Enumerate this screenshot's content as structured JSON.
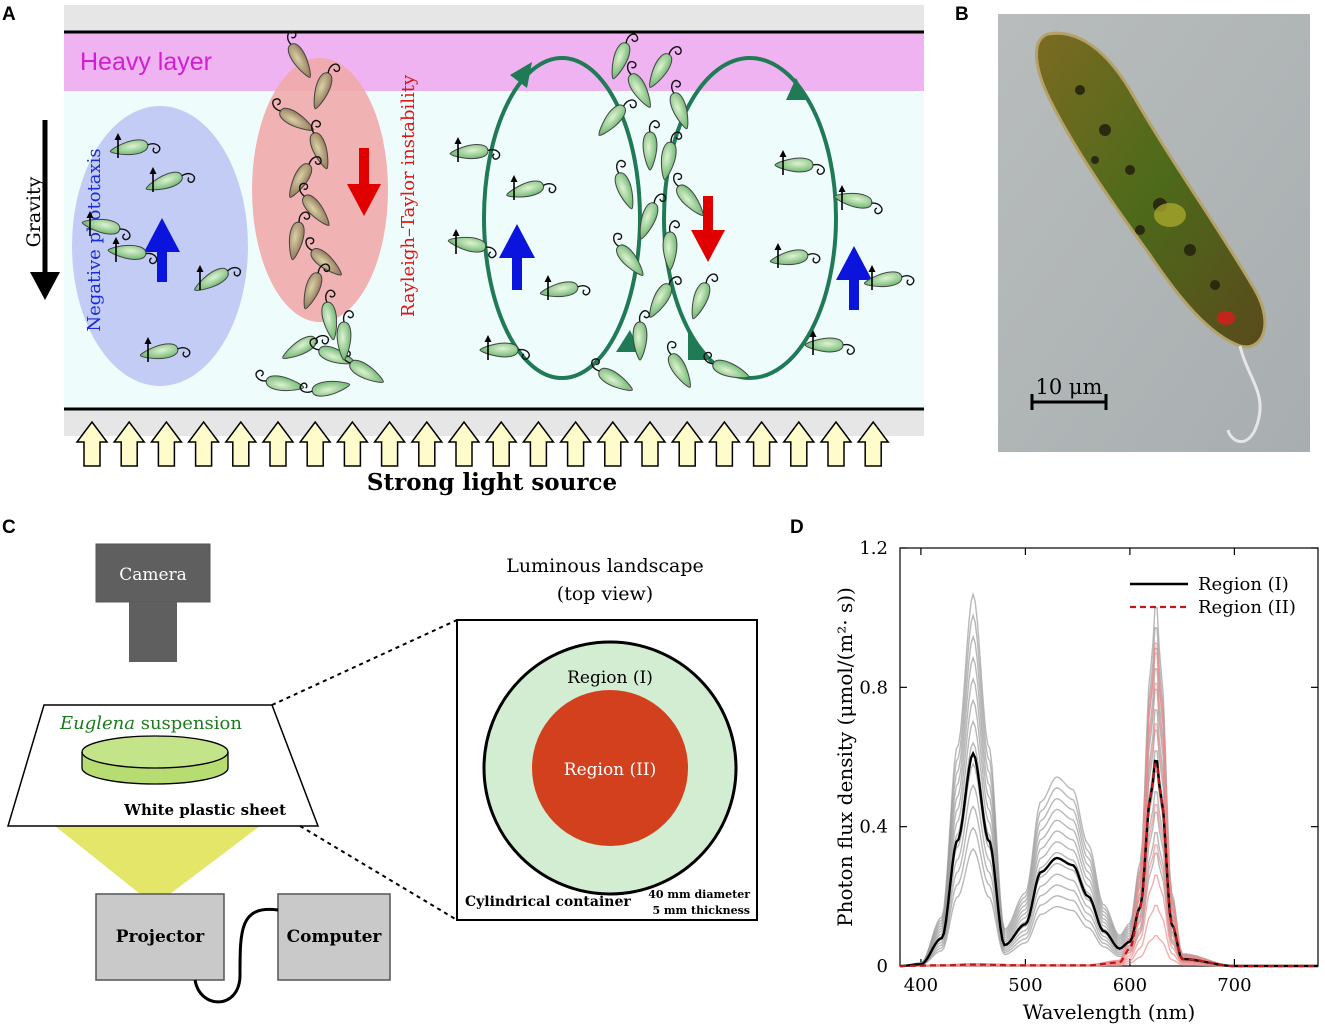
{
  "panels": {
    "a": {
      "letter": "A",
      "heavy_layer": "Heavy layer",
      "gravity": "Gravity",
      "negative_phototaxis": "Negative phototaxis",
      "rayleigh_taylor": "Rayleigh–Taylor instability",
      "light_source": "Strong light source"
    },
    "b": {
      "letter": "B",
      "scale_bar": "10 μm"
    },
    "c": {
      "letter": "C",
      "camera": "Camera",
      "suspension_italic": "Euglena",
      "suspension_rest": " suspension",
      "sheet": "White plastic sheet",
      "projector": "Projector",
      "computer": "Computer",
      "landscape_title_1": "Luminous landscape",
      "landscape_title_2": "(top view)",
      "region_1": "Region (I)",
      "region_2": "Region (II)",
      "container": "Cylindrical container",
      "diameter": "40 mm diameter",
      "thickness": "5 mm thickness"
    },
    "d": {
      "letter": "D"
    }
  },
  "colors": {
    "heavy_layer": "#eeb3f0",
    "fluid": "#effcfc",
    "blue_ellipse": "#c3ccf4",
    "red_ellipse": "#f0aaaa",
    "green_arrow": "#1f7a55",
    "blue_arrow": "#0a14dc",
    "red_arrow": "#e00000",
    "light_arrow": "#fffccb",
    "region_1": "#d2edd2",
    "region_2": "#d2401e",
    "projector_beam": "#e4e66a",
    "series_1": "#000000",
    "series_2": "#c01818"
  },
  "chart_data": {
    "type": "line",
    "xlabel": "Wavelength (nm)",
    "ylabel": "Photon flux density (μmol/(m²· s))",
    "xlim": [
      380,
      780
    ],
    "ylim": [
      0,
      1.2
    ],
    "xticks": [
      "400",
      "500",
      "600",
      "700"
    ],
    "yticks": [
      "0",
      "0.4",
      "0.8",
      "1.2"
    ],
    "legend": "top-right",
    "series": [
      {
        "name": "Region (I)",
        "style": "solid",
        "x": [
          380,
          400,
          420,
          435,
          450,
          465,
          480,
          500,
          515,
          530,
          545,
          560,
          575,
          590,
          600,
          610,
          620,
          625,
          630,
          640,
          650,
          700,
          780
        ],
        "y": [
          0,
          0.005,
          0.08,
          0.36,
          0.61,
          0.36,
          0.06,
          0.12,
          0.27,
          0.31,
          0.29,
          0.2,
          0.1,
          0.05,
          0.07,
          0.17,
          0.49,
          0.6,
          0.48,
          0.12,
          0.02,
          0,
          0
        ]
      },
      {
        "name": "Region (II)",
        "style": "dashed",
        "x": [
          380,
          420,
          450,
          500,
          560,
          590,
          600,
          610,
          620,
          625,
          630,
          640,
          650,
          700,
          780
        ],
        "y": [
          0,
          0.002,
          0.004,
          0.002,
          0.002,
          0.01,
          0.05,
          0.17,
          0.49,
          0.59,
          0.48,
          0.12,
          0.02,
          0,
          0
        ]
      }
    ]
  }
}
